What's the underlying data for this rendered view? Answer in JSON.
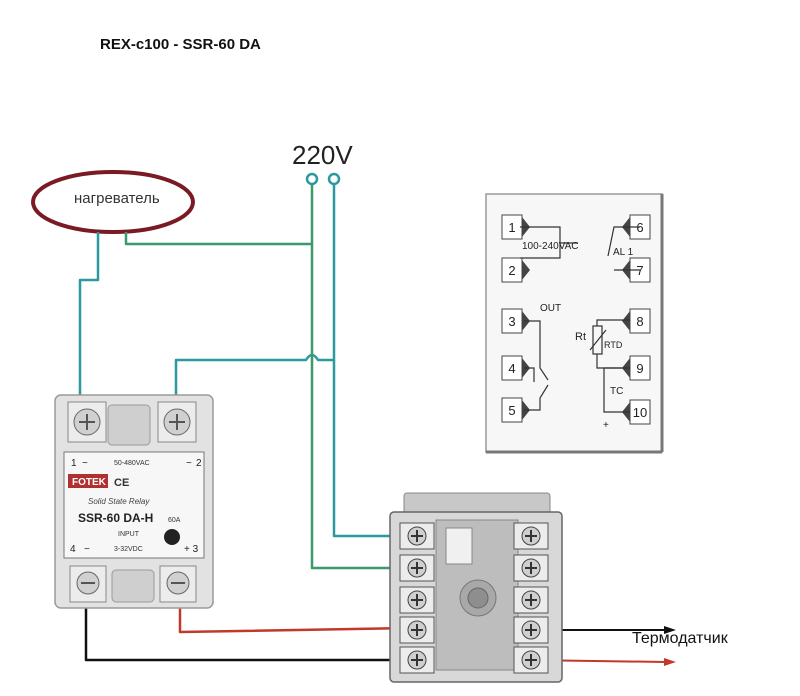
{
  "title": "REX-c100 - SSR-60 DA",
  "supply": {
    "label": "220V"
  },
  "heater": {
    "label": "нагреватель"
  },
  "sensor": {
    "label": "Термодатчик"
  },
  "relay": {
    "brand": "FOTEK",
    "marks": "CE",
    "subtitle": "Solid State Relay",
    "model": "SSR-60 DA-H",
    "current": "60A",
    "output_rating": "50-480VAC",
    "input_label": "INPUT",
    "input_rating": "3-32VDC",
    "terminals": {
      "t1": "1",
      "t2": "2",
      "t3": "+ 3",
      "t4": "4",
      "t1_sign": "~",
      "t2_sign": "~",
      "t4_sign": "−"
    }
  },
  "pinout": {
    "pins": [
      "1",
      "2",
      "3",
      "4",
      "5",
      "6",
      "7",
      "8",
      "9",
      "10"
    ],
    "power_label": "100-240VAC",
    "alarm_label": "AL 1",
    "out_label": "OUT",
    "rt_label": "Rt",
    "rtd_label": "RTD",
    "tc_label": "TC",
    "plus": "+"
  },
  "colors": {
    "teal_wire": "#2a9aa0",
    "green_wire": "#3c9a6a",
    "red_wire": "#c0392b",
    "black_wire": "#111111",
    "heater_ellipse": "#7a1a22",
    "relay_body": "#e2e2e2",
    "relay_label_bg": "#f7f7f7",
    "controller_body": "#d8d8d8"
  }
}
